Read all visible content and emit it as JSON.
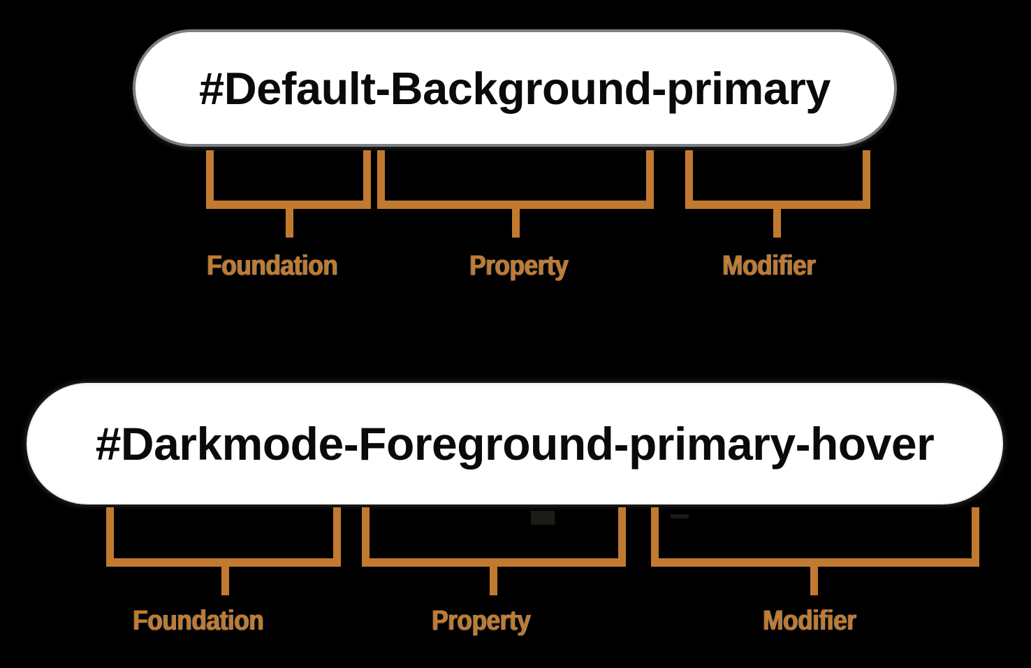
{
  "background_color": "#000000",
  "accent_color": "#c17a2f",
  "pill_background": "#ffffff",
  "pill_text_color": "#0a0a0a",
  "pill_border_color": "#7b7f85",
  "groups": [
    {
      "id": "default-background-primary",
      "token": "#Default-Background-primary",
      "segments": [
        {
          "label": "Foundation",
          "value": "Default"
        },
        {
          "label": "Property",
          "value": "Background"
        },
        {
          "label": "Modifier",
          "value": "primary"
        }
      ]
    },
    {
      "id": "darkmode-foreground-primary-hover",
      "token": "#Darkmode-Foreground-primary-hover",
      "segments": [
        {
          "label": "Foundation",
          "value": "Darkmode"
        },
        {
          "label": "Property",
          "value": "Foreground"
        },
        {
          "label": "Modifier",
          "value": "primary-hover"
        }
      ]
    }
  ]
}
